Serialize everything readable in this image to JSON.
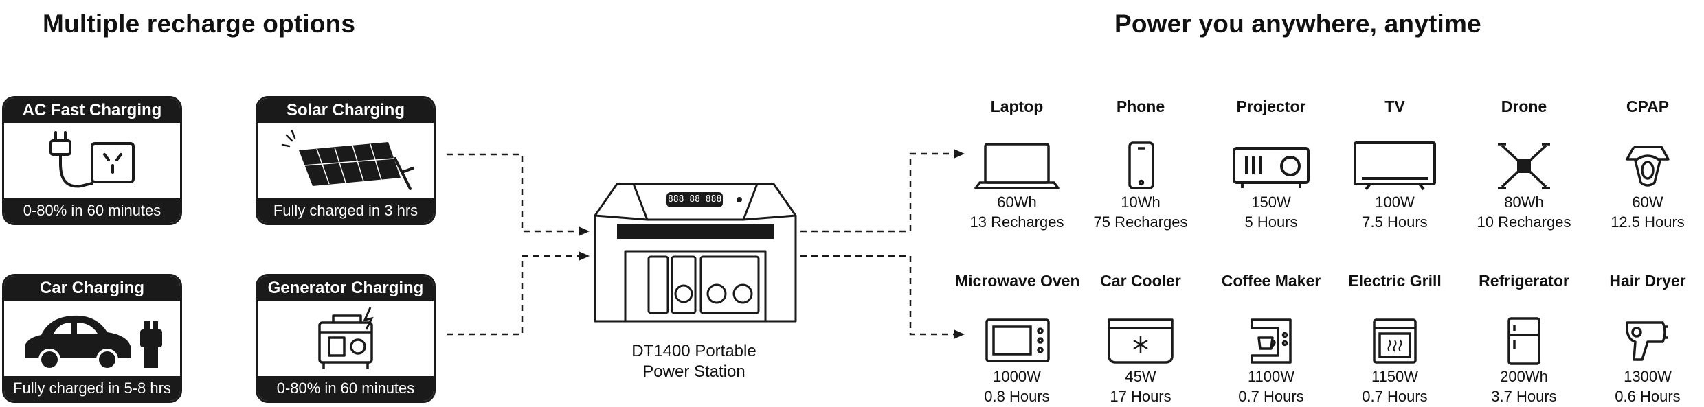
{
  "left_heading": "Multiple recharge options",
  "right_heading": "Power you anywhere, anytime",
  "charging": [
    {
      "title": "AC Fast Charging",
      "detail": "0-80% in 60 minutes",
      "icon": "ac-plug-outlet-icon"
    },
    {
      "title": "Solar Charging",
      "detail": "Fully charged in 3 hrs",
      "icon": "solar-panel-icon"
    },
    {
      "title": "Car Charging",
      "detail": "Fully charged in 5-8 hrs",
      "icon": "car-charger-icon"
    },
    {
      "title": "Generator Charging",
      "detail": "0-80% in 60 minutes",
      "icon": "generator-icon"
    }
  ],
  "station": {
    "label_line1": "DT1400 Portable",
    "label_line2": "Power Station",
    "display_text": "888 88 888"
  },
  "devices": [
    {
      "name": "Laptop",
      "line1": "60Wh",
      "line2": "13 Recharges",
      "icon": "laptop-icon"
    },
    {
      "name": "Phone",
      "line1": "10Wh",
      "line2": "75 Recharges",
      "icon": "phone-icon"
    },
    {
      "name": "Projector",
      "line1": "150W",
      "line2": "5 Hours",
      "icon": "projector-icon"
    },
    {
      "name": "TV",
      "line1": "100W",
      "line2": "7.5 Hours",
      "icon": "tv-icon"
    },
    {
      "name": "Drone",
      "line1": "80Wh",
      "line2": "10 Recharges",
      "icon": "drone-icon"
    },
    {
      "name": "CPAP",
      "line1": "60W",
      "line2": "12.5 Hours",
      "icon": "cpap-icon"
    },
    {
      "name": "Microwave Oven",
      "line1": "1000W",
      "line2": "0.8 Hours",
      "icon": "microwave-icon"
    },
    {
      "name": "Car Cooler",
      "line1": "45W",
      "line2": "17 Hours",
      "icon": "car-cooler-icon"
    },
    {
      "name": "Coffee Maker",
      "line1": "1100W",
      "line2": "0.7 Hours",
      "icon": "coffee-maker-icon"
    },
    {
      "name": "Electric Grill",
      "line1": "1150W",
      "line2": "0.7 Hours",
      "icon": "electric-grill-icon"
    },
    {
      "name": "Refrigerator",
      "line1": "200Wh",
      "line2": "3.7 Hours",
      "icon": "refrigerator-icon"
    },
    {
      "name": "Hair Dryer",
      "line1": "1300W",
      "line2": "0.6 Hours",
      "icon": "hair-dryer-icon"
    }
  ],
  "colors": {
    "ink": "#1a1a1a",
    "background": "#ffffff"
  }
}
